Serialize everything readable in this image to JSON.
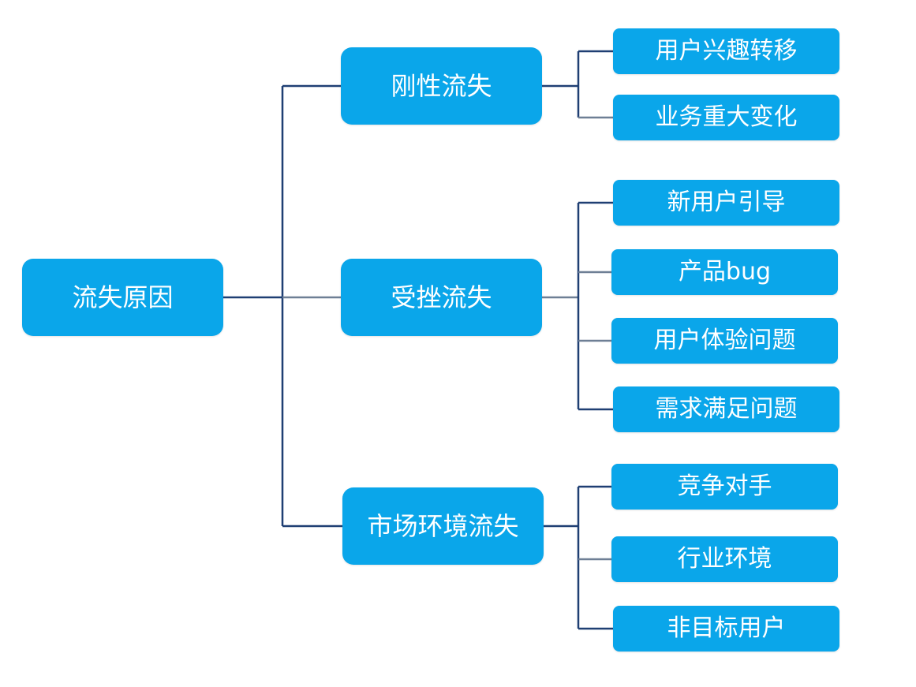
{
  "diagram": {
    "root": {
      "label": "流失原因"
    },
    "groups": [
      {
        "label": "刚性流失",
        "children": [
          "用户兴趣转移",
          "业务重大变化"
        ]
      },
      {
        "label": "受挫流失",
        "children": [
          "新用户引导",
          "产品bug",
          "用户体验问题",
          "需求满足问题"
        ]
      },
      {
        "label": "市场环境流失",
        "children": [
          "竞争对手",
          "行业环境",
          "非目标用户"
        ]
      }
    ]
  },
  "colors": {
    "node_fill": "#0aa6ea",
    "node_text": "#ffffff",
    "connector_primary": "#1f3f73",
    "connector_secondary": "#6e7f95"
  }
}
